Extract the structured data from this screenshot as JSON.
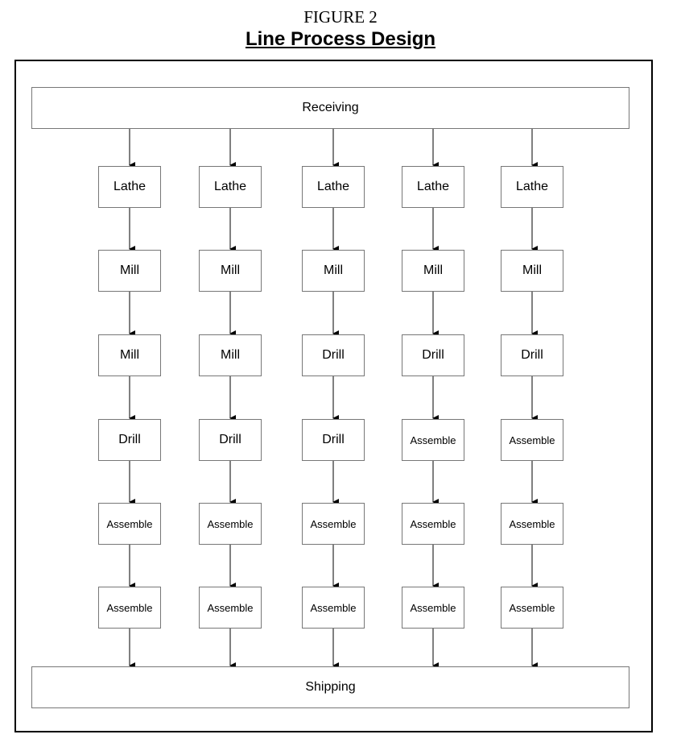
{
  "figure": {
    "label": "FIGURE 2",
    "title": "Line Process Design"
  },
  "start": "Receiving",
  "end": "Shipping",
  "lines": [
    [
      "Lathe",
      "Mill",
      "Mill",
      "Drill",
      "Assemble",
      "Assemble"
    ],
    [
      "Lathe",
      "Mill",
      "Mill",
      "Drill",
      "Assemble",
      "Assemble"
    ],
    [
      "Lathe",
      "Mill",
      "Drill",
      "Drill",
      "Assemble",
      "Assemble"
    ],
    [
      "Lathe",
      "Mill",
      "Drill",
      "Assemble",
      "Assemble",
      "Assemble"
    ],
    [
      "Lathe",
      "Mill",
      "Drill",
      "Assemble",
      "Assemble",
      "Assemble"
    ]
  ]
}
